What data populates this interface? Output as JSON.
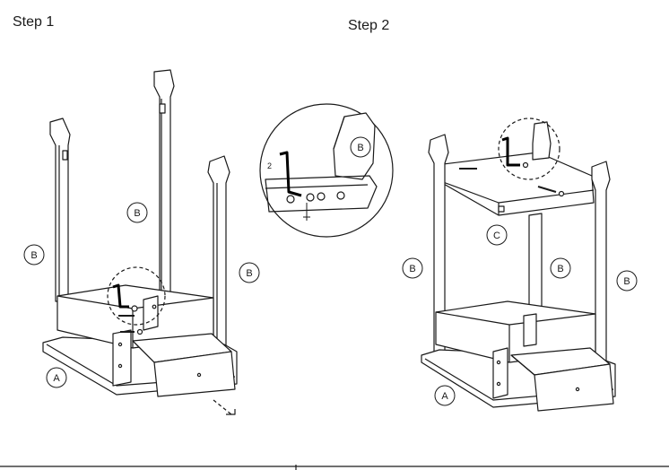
{
  "steps": [
    {
      "title": "Step 1"
    },
    {
      "title": "Step 2"
    }
  ],
  "part_labels": {
    "a": "A",
    "b": "B",
    "c": "C"
  },
  "wrench_size": "2",
  "icons": [
    "allen-wrench-icon",
    "bolt-icon",
    "washer-icon",
    "dowel-icon"
  ],
  "colors": {
    "line": "#1a1a1a",
    "fill": "#ffffff",
    "accent": "#000000"
  }
}
